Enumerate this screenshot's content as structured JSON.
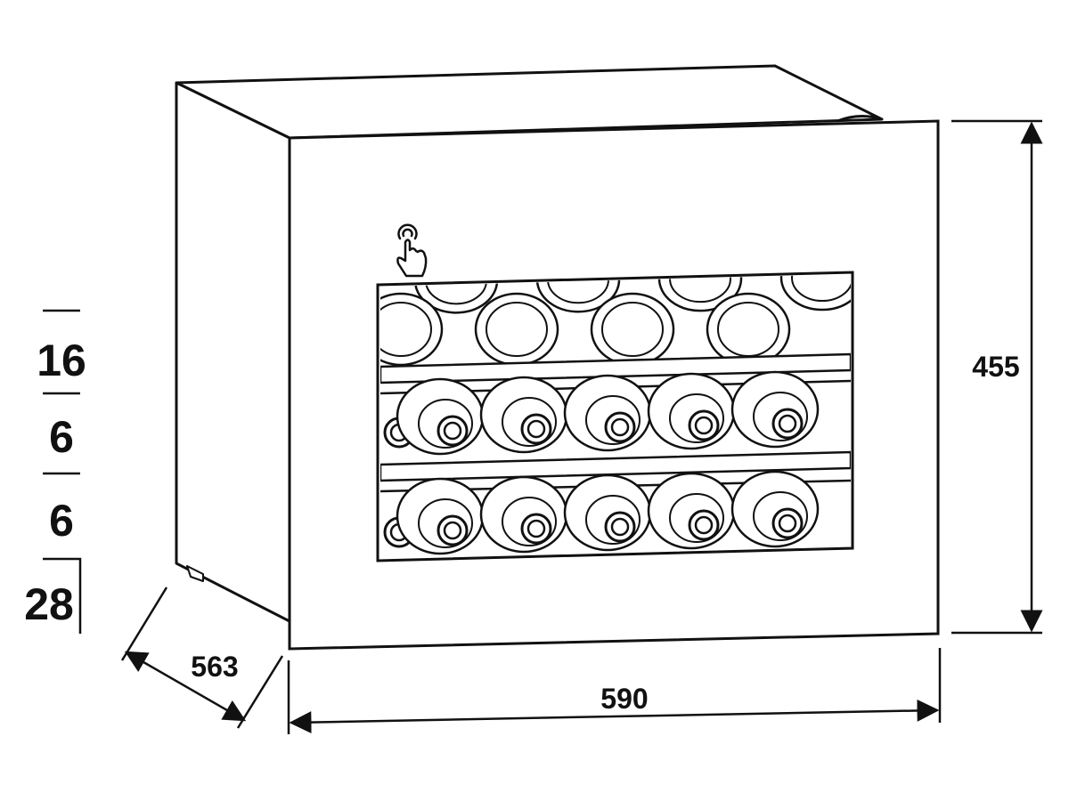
{
  "dimensions": {
    "width": "590",
    "height": "455",
    "depth": "563"
  },
  "capacity": {
    "zone1": "16",
    "zone2": "6",
    "zone3": "6",
    "total": "28"
  },
  "door": {
    "icon": "touch-control-icon"
  },
  "racks": {
    "top_front_bottles": 4,
    "top_back_bottles": 4,
    "middle_bottles": 6,
    "bottom_bottles": 6
  },
  "colors": {
    "line": "#111111",
    "fill": "#ffffff"
  }
}
